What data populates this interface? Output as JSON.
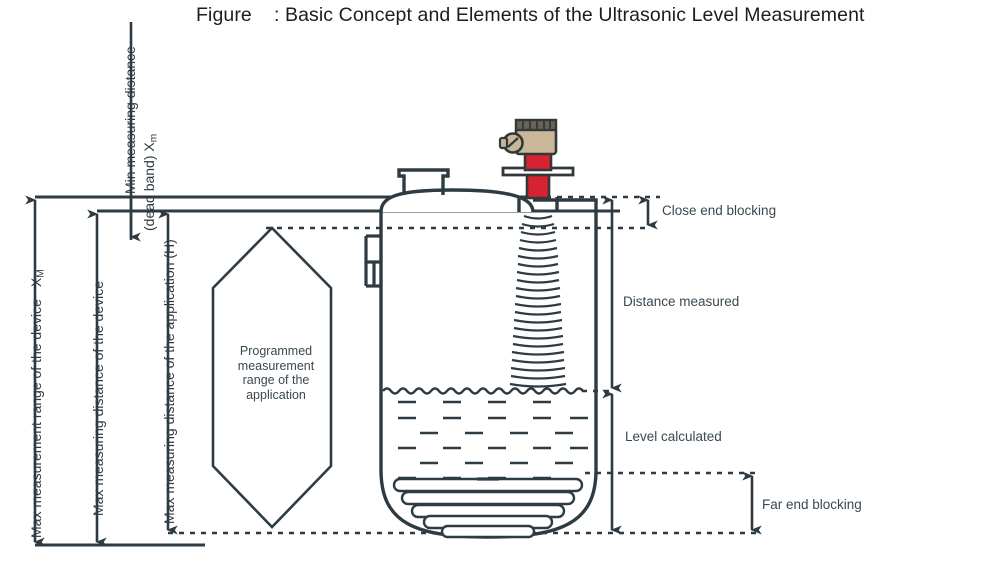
{
  "figure": {
    "title": "Figure    : Basic Concept and Elements of the Ultrasonic Level Measurement"
  },
  "vertical_labels": {
    "max_range_device": "Max measurement range of the device",
    "max_range_device_symbol": "X",
    "max_range_device_sub": "M",
    "max_measuring_distance_device": "Max measuring distance of the device",
    "max_measuring_distance_application": "Max measuring distance of the application (H)",
    "min_measuring_distance_line1": "Min measuring distance",
    "min_measuring_distance_line2": "(dead band) X",
    "min_measuring_distance_sub": "m"
  },
  "callouts": {
    "close_end_blocking": "Close end blocking",
    "distance_measured": "Distance measured",
    "level_calculated": "Level calculated",
    "far_end_blocking": "Far end blocking"
  },
  "hexagon": {
    "line1": "Programmed",
    "line2": "measurement",
    "line3": "range of the",
    "line4": "application"
  },
  "colors": {
    "line": "#2e3b42",
    "text": "#3a4850",
    "title": "#1d1d1d",
    "device_body": "#c9b79a",
    "device_cap": "#6b6257",
    "device_red": "#d62231",
    "device_dark": "#33383b",
    "background": "#ffffff"
  },
  "chart_data": {
    "type": "diagram",
    "title": "Basic Concept and Elements of the Ultrasonic Level Measurement",
    "elements": [
      "ultrasonic level transmitter",
      "vessel with dished bottom",
      "liquid with level surface",
      "heating coils",
      "ultrasonic wave beam",
      "dimension arrows"
    ]
  }
}
